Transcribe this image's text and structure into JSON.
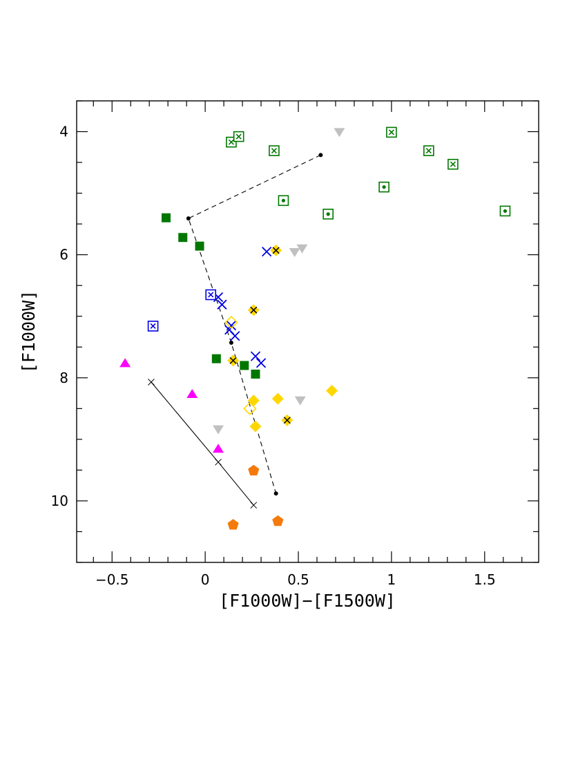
{
  "chart_data": {
    "type": "scatter",
    "xlabel": "[F1000W]−[F1500W]",
    "ylabel": "[F1000W]",
    "xlim": [
      -0.69,
      1.79
    ],
    "ylim": [
      11.0,
      3.5
    ],
    "y_inverted": true,
    "x_ticks": [
      {
        "value": -0.5,
        "label": "−0.5"
      },
      {
        "value": 0,
        "label": "0"
      },
      {
        "value": 0.5,
        "label": "0.5"
      },
      {
        "value": 1,
        "label": "1"
      },
      {
        "value": 1.5,
        "label": "1.5"
      }
    ],
    "y_ticks": [
      {
        "value": 4,
        "label": "4"
      },
      {
        "value": 6,
        "label": "6"
      },
      {
        "value": 8,
        "label": "8"
      },
      {
        "value": 10,
        "label": "10"
      }
    ],
    "grid": false,
    "colors": {
      "green": "#007700",
      "blue": "#0000e0",
      "gold": "#ffd700",
      "gray": "#c0c0c0",
      "magenta": "#ff00ff",
      "orange": "#f47a0c",
      "black": "#000000"
    },
    "series": [
      {
        "marker": "open-square-cross",
        "color": "#007700",
        "points": [
          [
            0.14,
            4.17
          ],
          [
            0.18,
            4.08
          ],
          [
            0.37,
            4.31
          ],
          [
            1.0,
            4.01
          ],
          [
            1.2,
            4.31
          ],
          [
            1.33,
            4.53
          ]
        ]
      },
      {
        "marker": "open-square-dot",
        "color": "#007700",
        "points": [
          [
            0.42,
            5.12
          ],
          [
            0.66,
            5.34
          ],
          [
            0.96,
            4.9
          ],
          [
            1.61,
            5.29
          ]
        ]
      },
      {
        "marker": "filled-square",
        "color": "#007700",
        "points": [
          [
            -0.21,
            5.4
          ],
          [
            -0.12,
            5.72
          ],
          [
            -0.03,
            5.86
          ],
          [
            0.06,
            7.69
          ],
          [
            0.21,
            7.8
          ],
          [
            0.27,
            7.94
          ]
        ]
      },
      {
        "marker": "cross",
        "color": "#0000e0",
        "points": [
          [
            0.33,
            5.95
          ],
          [
            0.07,
            6.69
          ],
          [
            0.09,
            6.81
          ],
          [
            0.14,
            7.15
          ],
          [
            0.13,
            7.22
          ],
          [
            0.16,
            7.32
          ],
          [
            0.27,
            7.65
          ],
          [
            0.3,
            7.76
          ]
        ]
      },
      {
        "marker": "open-square-cross",
        "color": "#0000e0",
        "points": [
          [
            0.03,
            6.65
          ],
          [
            -0.28,
            7.16
          ]
        ]
      },
      {
        "marker": "filled-diamond-x",
        "color": "#ffd700",
        "points": [
          [
            0.38,
            5.93
          ],
          [
            0.26,
            6.9
          ],
          [
            0.15,
            7.72
          ],
          [
            0.44,
            8.69
          ]
        ]
      },
      {
        "marker": "filled-diamond",
        "color": "#ffd700",
        "points": [
          [
            0.26,
            8.37
          ],
          [
            0.39,
            8.34
          ],
          [
            0.68,
            8.21
          ],
          [
            0.27,
            8.79
          ]
        ]
      },
      {
        "marker": "open-diamond",
        "color": "#ffd700",
        "points": [
          [
            0.14,
            7.1
          ],
          [
            0.24,
            8.5
          ]
        ]
      },
      {
        "marker": "down-triangle",
        "color": "#c0c0c0",
        "points": [
          [
            0.72,
            4.01
          ],
          [
            0.48,
            5.96
          ],
          [
            0.52,
            5.9
          ],
          [
            0.51,
            8.37
          ],
          [
            0.07,
            8.84
          ]
        ]
      },
      {
        "marker": "up-triangle",
        "color": "#ff00ff",
        "points": [
          [
            -0.43,
            7.76
          ],
          [
            -0.07,
            8.26
          ],
          [
            0.07,
            9.15
          ]
        ]
      },
      {
        "marker": "pentagon",
        "color": "#f47a0c",
        "points": [
          [
            0.26,
            9.51
          ],
          [
            0.15,
            10.39
          ],
          [
            0.39,
            10.33
          ]
        ]
      }
    ],
    "tracks": [
      {
        "style": "dashed",
        "color": "#000000",
        "node_marker": "dot",
        "points": [
          [
            0.62,
            4.38
          ],
          [
            -0.09,
            5.41
          ],
          [
            0.14,
            7.43
          ],
          [
            0.38,
            9.88
          ]
        ]
      },
      {
        "style": "solid",
        "color": "#000000",
        "node_marker": "x",
        "points": [
          [
            -0.29,
            8.07
          ],
          [
            0.07,
            9.37
          ],
          [
            0.26,
            10.07
          ]
        ]
      }
    ]
  }
}
